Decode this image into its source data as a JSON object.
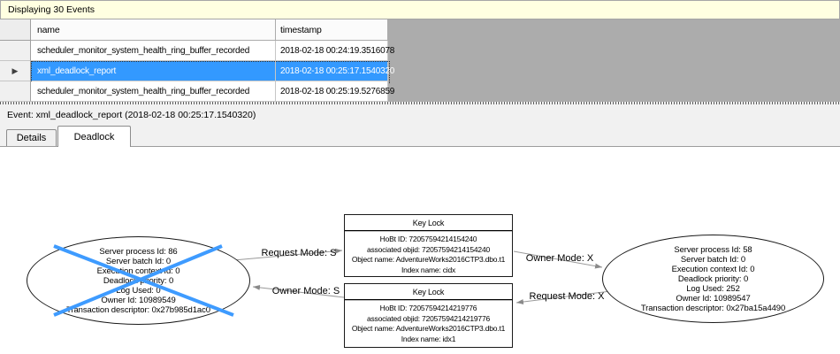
{
  "banner": {
    "text": "Displaying 30 Events"
  },
  "events_table": {
    "columns": {
      "name": "name",
      "timestamp": "timestamp"
    },
    "rows": [
      {
        "name": "scheduler_monitor_system_health_ring_buffer_recorded",
        "timestamp": "2018-02-18 00:24:19.3516078"
      },
      {
        "name": "xml_deadlock_report",
        "timestamp": "2018-02-18 00:25:17.1540320"
      },
      {
        "name": "scheduler_monitor_system_health_ring_buffer_recorded",
        "timestamp": "2018-02-18 00:25:19.5276859"
      }
    ],
    "selected_row_index": 1,
    "current_row_marker": "▶"
  },
  "event_bar": {
    "text": "Event: xml_deadlock_report (2018-02-18 00:25:17.1540320)"
  },
  "tabs": {
    "details": "Details",
    "deadlock": "Deadlock",
    "active": "Deadlock"
  },
  "deadlock_graph": {
    "victim_process": {
      "victim": true,
      "lines": [
        "Server process Id: 86",
        "Server batch Id: 0",
        "Execution context Id: 0",
        "Deadlock priority: 0",
        "Log Used: 0",
        "Owner Id: 10989549",
        "Transaction descriptor: 0x27b985d1ac0"
      ]
    },
    "other_process": {
      "victim": false,
      "lines": [
        "Server process Id: 58",
        "Server batch Id: 0",
        "Execution context Id: 0",
        "Deadlock priority: 0",
        "Log Used: 252",
        "Owner Id: 10989547",
        "Transaction descriptor: 0x27ba15a4490"
      ]
    },
    "resource_top": {
      "title": "Key Lock",
      "lines": [
        "HoBt ID: 72057594214154240",
        "associated objid: 72057594214154240",
        "Object name: AdventureWorks2016CTP3.dbo.t1",
        "Index name: cidx"
      ]
    },
    "resource_bottom": {
      "title": "Key Lock",
      "lines": [
        "HoBt ID: 72057594214219776",
        "associated objid: 72057594214219776",
        "Object name: AdventureWorks2016CTP3.dbo.t1",
        "Index name: idx1"
      ]
    },
    "edges": [
      {
        "label": "Request Mode: S",
        "from": "victim_process",
        "to": "resource_top"
      },
      {
        "label": "Owner Mode: S",
        "from": "resource_bottom",
        "to": "victim_process"
      },
      {
        "label": "Owner Mode: X",
        "from": "resource_top",
        "to": "other_process"
      },
      {
        "label": "Request Mode: X",
        "from": "other_process",
        "to": "resource_bottom"
      }
    ],
    "colors": {
      "victim_cross": "#3E9BFF",
      "edge": "#9A9A9A",
      "arrowhead": "#8A8A8A"
    }
  },
  "colors": {
    "selection": "#3399FF",
    "banner_bg": "#FFFFE1",
    "grid_filler": "#ACACAC"
  }
}
